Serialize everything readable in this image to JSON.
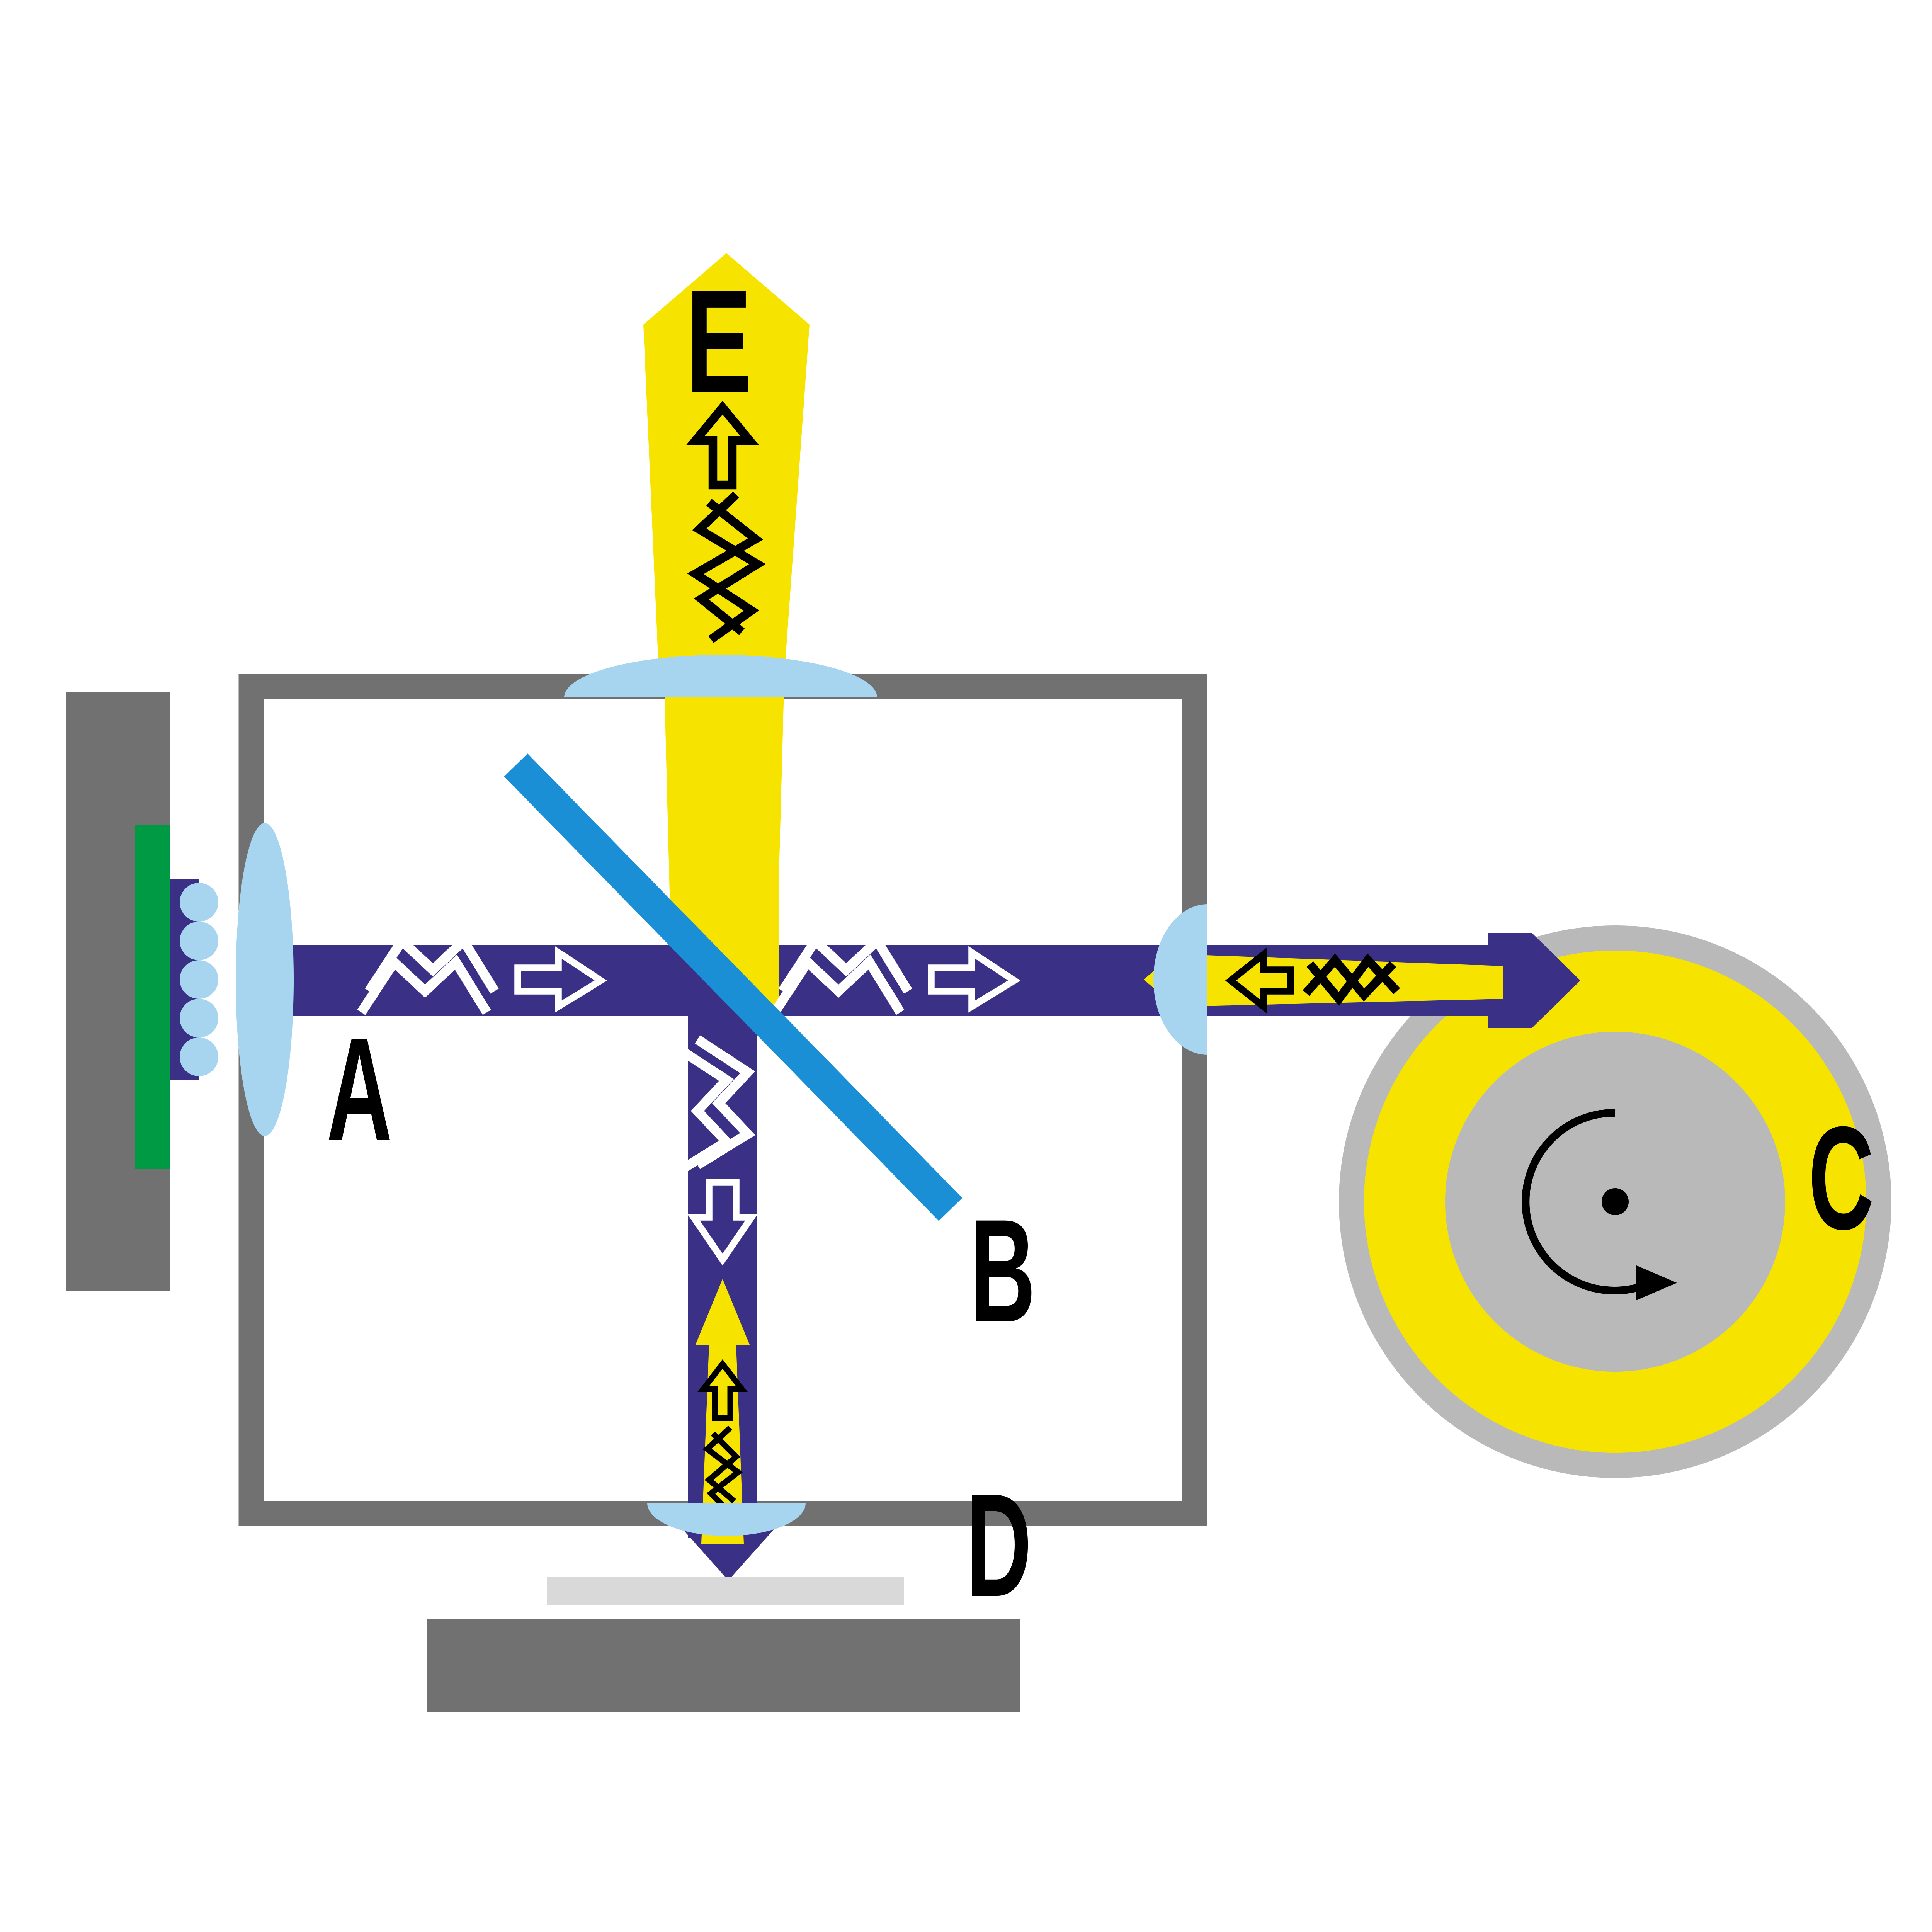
{
  "diagram": {
    "type": "optical-schematic",
    "description": "Epifluorescence light path: source A, dichroic beam splitter B, detector drum C, specimen stage D, emission beam E",
    "labels": {
      "a": "A",
      "b": "B",
      "c": "C",
      "d": "D",
      "e": "E"
    },
    "components": {
      "a": "light-source-beam",
      "b": "dichroic-beam-splitter",
      "c": "rotating-detector-drum",
      "d": "specimen-slide-on-stage",
      "e": "emission-beam-out"
    },
    "colors": {
      "purple": "#3a3187",
      "yellow": "#f6e400",
      "lens": "#a7d5f0",
      "mirror": "#1b8fd6",
      "green": "#009a44",
      "gray": "#717171",
      "lightgray": "#b9b9b9",
      "slide": "#d9d9d9",
      "black": "#000000",
      "white": "#ffffff",
      "bg": "#ffffff"
    }
  }
}
